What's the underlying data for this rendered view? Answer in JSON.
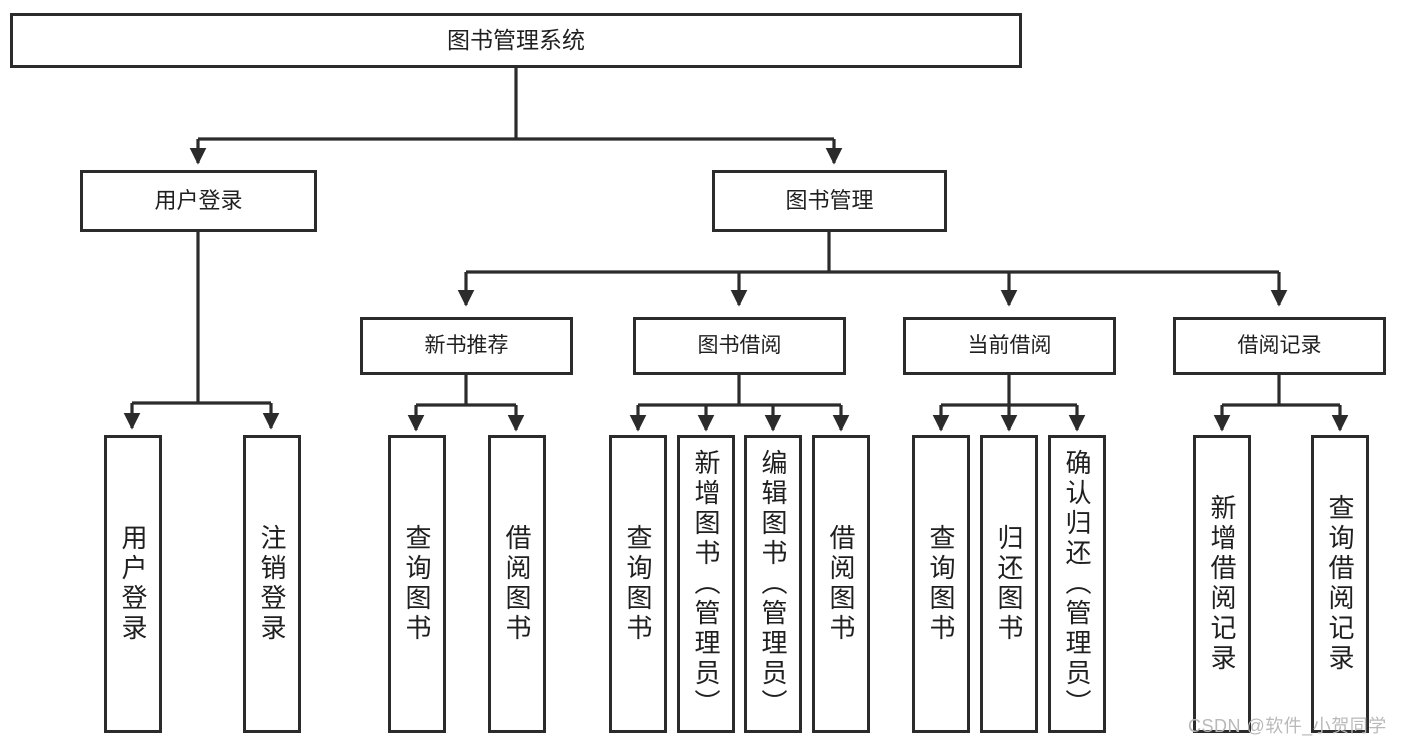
{
  "diagram": {
    "title": "图书管理系统",
    "type": "tree-hierarchy",
    "root": {
      "label": "图书管理系统"
    },
    "level2": [
      {
        "label": "用户登录"
      },
      {
        "label": "图书管理"
      }
    ],
    "level3": [
      {
        "label": "新书推荐"
      },
      {
        "label": "图书借阅"
      },
      {
        "label": "当前借阅"
      },
      {
        "label": "借阅记录"
      }
    ],
    "leaves": {
      "user_login": [
        {
          "label": "用户登录"
        },
        {
          "label": "注销登录"
        }
      ],
      "new_book_recommend": [
        {
          "label": "查询图书"
        },
        {
          "label": "借阅图书"
        }
      ],
      "book_borrow": [
        {
          "label": "查询图书"
        },
        {
          "label": "新增图书（管理员）"
        },
        {
          "label": "编辑图书（管理员）"
        },
        {
          "label": "借阅图书"
        }
      ],
      "current_borrow": [
        {
          "label": "查询图书"
        },
        {
          "label": "归还图书"
        },
        {
          "label": "确认归还（管理员）"
        }
      ],
      "borrow_record": [
        {
          "label": "新增借阅记录"
        },
        {
          "label": "查询借阅记录"
        }
      ]
    }
  },
  "watermark": {
    "text": "CSDN @软件_小贺同学"
  },
  "colors": {
    "stroke": "#2b2b2b",
    "text": "#1f1f1f",
    "background": "#ffffff",
    "watermark": "#b9b9b9"
  }
}
